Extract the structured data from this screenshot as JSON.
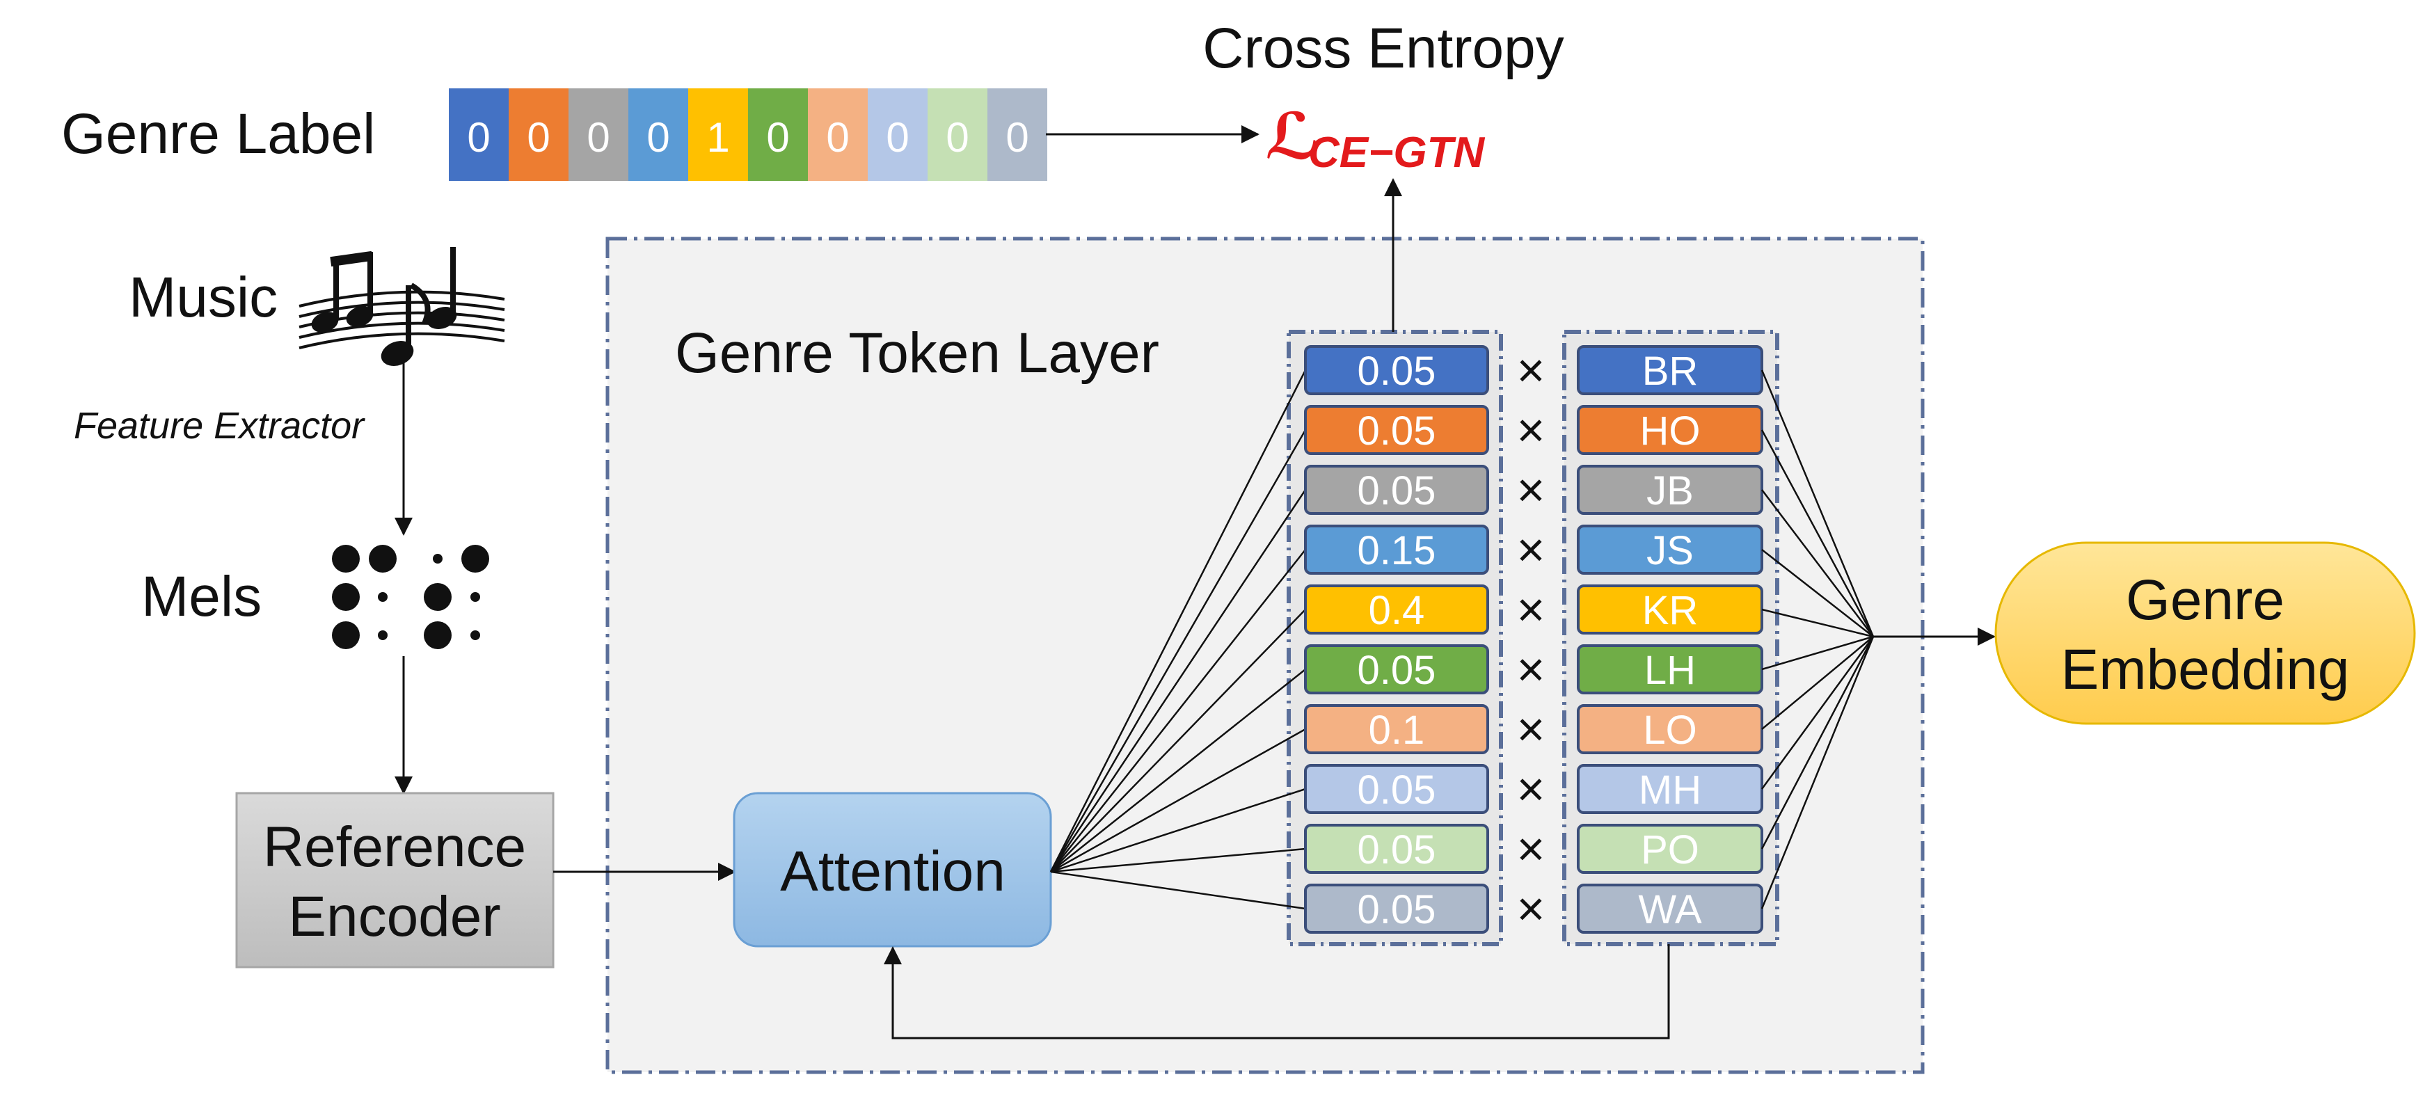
{
  "title": "Cross Entropy",
  "loss": {
    "symbol": "ℒ",
    "subscript": "CE−GTN"
  },
  "genre_label": {
    "label": "Genre Label",
    "cells": [
      {
        "value": "0",
        "color": "#4472C4"
      },
      {
        "value": "0",
        "color": "#ED7D31"
      },
      {
        "value": "0",
        "color": "#A5A5A5"
      },
      {
        "value": "0",
        "color": "#5B9BD5"
      },
      {
        "value": "1",
        "color": "#FFC000"
      },
      {
        "value": "0",
        "color": "#70AD47"
      },
      {
        "value": "0",
        "color": "#F4B183"
      },
      {
        "value": "0",
        "color": "#B4C7E7"
      },
      {
        "value": "0",
        "color": "#C5E0B4"
      },
      {
        "value": "0",
        "color": "#ADB9CA"
      }
    ]
  },
  "music": {
    "label": "Music",
    "icon": "music-notes-icon"
  },
  "feature_extractor": "Feature  Extractor",
  "mels": {
    "label": "Mels",
    "icon": "dots-icon"
  },
  "reference_encoder": {
    "line1": "Reference",
    "line2": "Encoder"
  },
  "attention": "Attention",
  "genre_token_layer": "Genre Token Layer",
  "multiply_symbol": "×",
  "weights": [
    {
      "value": "0.05",
      "color": "#4472C4",
      "text_color": "#ffffff"
    },
    {
      "value": "0.05",
      "color": "#ED7D31",
      "text_color": "#ffffff"
    },
    {
      "value": "0.05",
      "color": "#A5A5A5",
      "text_color": "#ffffff"
    },
    {
      "value": "0.15",
      "color": "#5B9BD5",
      "text_color": "#ffffff"
    },
    {
      "value": "0.4",
      "color": "#FFC000",
      "text_color": "#ffffff"
    },
    {
      "value": "0.05",
      "color": "#70AD47",
      "text_color": "#ffffff"
    },
    {
      "value": "0.1",
      "color": "#F4B183",
      "text_color": "#ffffff"
    },
    {
      "value": "0.05",
      "color": "#B4C7E7",
      "text_color": "#ffffff"
    },
    {
      "value": "0.05",
      "color": "#C5E0B4",
      "text_color": "#ffffff"
    },
    {
      "value": "0.05",
      "color": "#ADB9CA",
      "text_color": "#ffffff"
    }
  ],
  "tokens": [
    {
      "value": "BR",
      "color": "#4472C4"
    },
    {
      "value": "HO",
      "color": "#ED7D31"
    },
    {
      "value": "JB",
      "color": "#A5A5A5"
    },
    {
      "value": "JS",
      "color": "#5B9BD5"
    },
    {
      "value": "KR",
      "color": "#FFC000"
    },
    {
      "value": "LH",
      "color": "#70AD47"
    },
    {
      "value": "LO",
      "color": "#F4B183"
    },
    {
      "value": "MH",
      "color": "#B4C7E7"
    },
    {
      "value": "PO",
      "color": "#C5E0B4"
    },
    {
      "value": "WA",
      "color": "#ADB9CA"
    }
  ],
  "genre_embedding": {
    "line1": "Genre",
    "line2": "Embedding"
  },
  "colors": {
    "loss": "#E31A1C",
    "layer_border": "#5B6F9A",
    "layer_fill": "#F2F2F2",
    "attention_fill": "#9DC3E6",
    "encoder_fill": "#C9C9C9",
    "embedding_fill": "#FFD966",
    "box_border": "#3B4E7A"
  }
}
